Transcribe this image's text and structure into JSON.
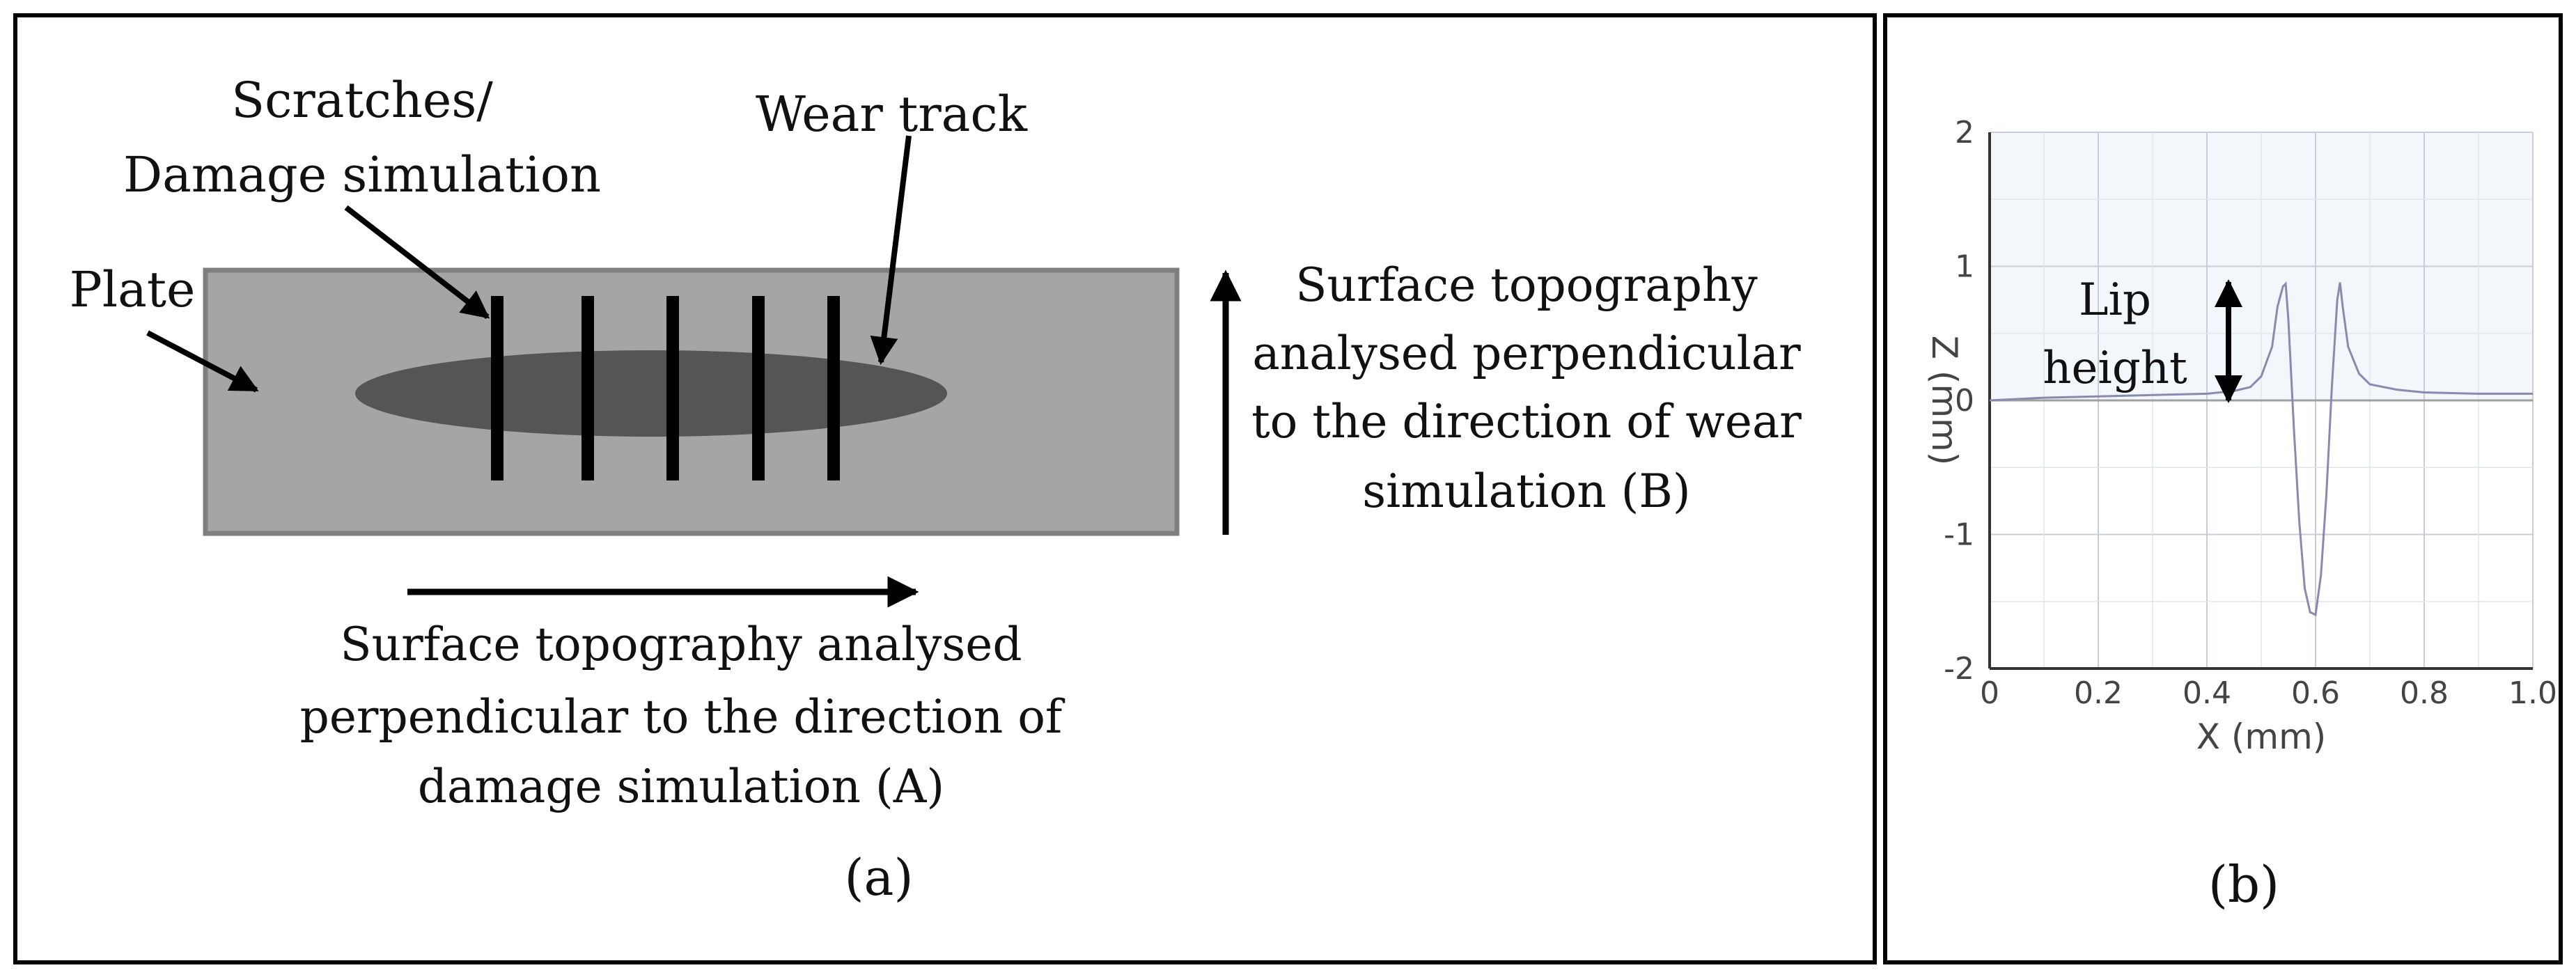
{
  "panel_a": {
    "caption": "(a)",
    "labels": {
      "scratches_line1": "Scratches/",
      "scratches_line2": "Damage simulation",
      "wear_track": "Wear track",
      "plate": "Plate",
      "a_line1": "Surface topography analysed",
      "a_line2": "perpendicular to the direction of",
      "a_line3": "damage simulation (A)",
      "b_line1": "Surface topography",
      "b_line2": "analysed perpendicular",
      "b_line3": "to the direction of wear",
      "b_line4": "simulation (B)"
    },
    "colors": {
      "plate_fill": "#a5a5a5",
      "plate_stroke": "#7f7f7f",
      "wear_track": "#555555",
      "scratch": "#000000"
    }
  },
  "panel_b": {
    "caption": "(b)",
    "annotation_line1": "Lip",
    "annotation_line2": "height"
  },
  "chart_data": {
    "type": "line",
    "xlabel": "X (mm)",
    "ylabel": "Z (mm)",
    "xlim": [
      0,
      1.0
    ],
    "ylim": [
      -2,
      2
    ],
    "xticks": [
      0,
      0.2,
      0.4,
      0.6,
      0.8,
      1.0
    ],
    "xtick_labels": [
      "0",
      "0.2",
      "0.4",
      "0.6",
      "0.8",
      "1.0"
    ],
    "yticks": [
      -2,
      -1,
      0,
      1,
      2
    ],
    "ytick_labels": [
      "-2",
      "-1",
      "0",
      "1",
      "2"
    ],
    "grid": true,
    "line_color": "#8a8ab0",
    "series": [
      {
        "x": [
          0,
          0.1,
          0.2,
          0.3,
          0.4,
          0.45,
          0.48,
          0.5,
          0.52,
          0.53,
          0.54,
          0.545,
          0.55,
          0.56,
          0.57,
          0.58,
          0.59,
          0.6,
          0.61,
          0.62,
          0.63,
          0.64,
          0.645,
          0.65,
          0.66,
          0.68,
          0.7,
          0.75,
          0.8,
          0.9,
          1.0
        ],
        "y": [
          0.0,
          0.02,
          0.03,
          0.04,
          0.05,
          0.07,
          0.1,
          0.18,
          0.4,
          0.7,
          0.85,
          0.87,
          0.6,
          -0.2,
          -0.9,
          -1.4,
          -1.58,
          -1.6,
          -1.3,
          -0.7,
          0.1,
          0.75,
          0.88,
          0.7,
          0.4,
          0.2,
          0.12,
          0.08,
          0.06,
          0.05,
          0.05
        ]
      }
    ]
  }
}
